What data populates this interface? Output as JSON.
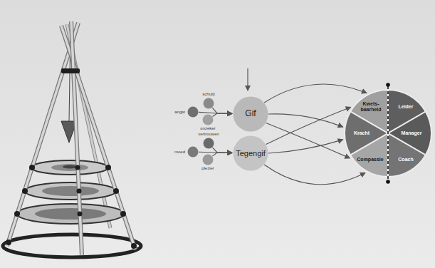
{
  "diagram": {
    "nodes": [
      {
        "text": [
          "angst"
        ]
      },
      {
        "text": [
          "schuld"
        ]
      },
      {
        "text": [
          "onzeker"
        ]
      },
      {
        "text": [
          "moed"
        ]
      },
      {
        "text": [
          "vertrouwen"
        ]
      },
      {
        "text": [
          "plezier"
        ]
      },
      {
        "text": [
          "Gif"
        ]
      },
      {
        "text": [
          "Tegengif"
        ]
      },
      {
        "text": [
          "Kwets-baarheid"
        ]
      },
      {
        "text": [
          "Leider"
        ]
      },
      {
        "text": [
          "Kracht"
        ]
      },
      {
        "text": [
          "Manager"
        ]
      },
      {
        "text": [
          "Compassie"
        ]
      },
      {
        "text": [
          "Coach"
        ]
      }
    ],
    "edges": [
      {
        "from": 0,
        "to": 6,
        "arrow": "to"
      },
      {
        "from": 1,
        "to": 6,
        "arrow": "to"
      },
      {
        "from": 2,
        "to": 6,
        "arrow": "to"
      },
      {
        "from": 3,
        "to": 7,
        "arrow": "to"
      },
      {
        "from": 4,
        "to": 7,
        "arrow": "to"
      },
      {
        "from": 5,
        "to": 7,
        "arrow": "to"
      },
      {
        "from": 6,
        "to": 8,
        "arrow": "to"
      },
      {
        "from": 6,
        "to": 10,
        "arrow": "to"
      },
      {
        "from": 6,
        "to": 12,
        "arrow": "to"
      },
      {
        "from": 7,
        "to": 8,
        "arrow": "to"
      },
      {
        "from": 7,
        "to": 10,
        "arrow": "to"
      },
      {
        "from": 7,
        "to": 12,
        "arrow": "to"
      }
    ]
  }
}
